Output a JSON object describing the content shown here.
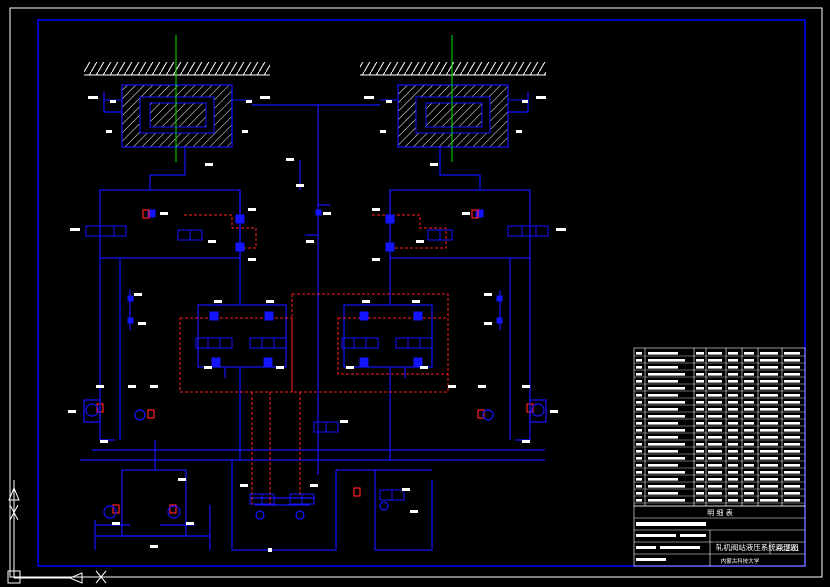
{
  "title_block": {
    "table_header": "明 细 表",
    "drawing_title": "轧机阀站液压系统原理图",
    "school": "内蒙古科技大学",
    "drawing_number": "HCZ-01"
  },
  "colors": {
    "background": "#000000",
    "frame": "#0000ff",
    "circuit": "#1414ff",
    "pilot": "#ff2020",
    "centerline": "#00e000",
    "hatch": "#ffffff",
    "text": "#ffffff"
  }
}
